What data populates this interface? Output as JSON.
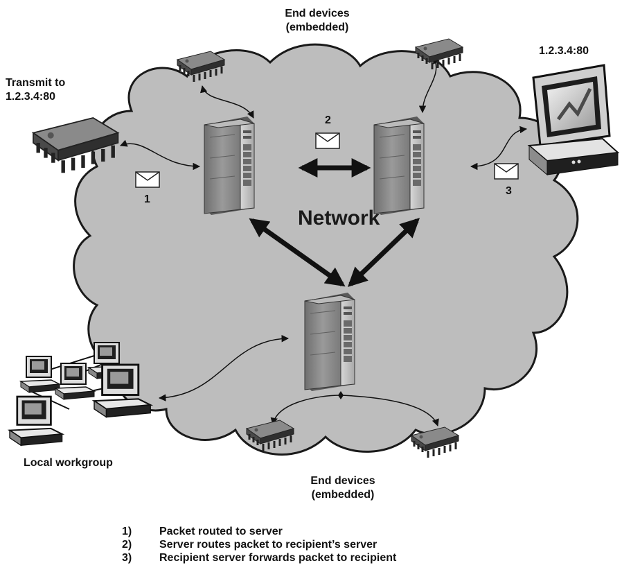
{
  "labels": {
    "top_end_devices_line1": "End devices",
    "top_end_devices_line2": "(embedded)",
    "bottom_end_devices_line1": "End devices",
    "bottom_end_devices_line2": "(embedded)",
    "transmit_line1": "Transmit to",
    "transmit_line2": "1.2.3.4:80",
    "recipient_address": "1.2.3.4:80",
    "network": "Network",
    "local_workgroup": "Local workgroup",
    "step1": "1",
    "step2": "2",
    "step3": "3"
  },
  "legend": [
    {
      "num": "1)",
      "text": "Packet routed to server"
    },
    {
      "num": "2)",
      "text": "Server routes packet to recipient’s server"
    },
    {
      "num": "3)",
      "text": "Recipient server forwards packet to recipient"
    }
  ],
  "colors": {
    "cloud_fill": "#bdbdbd",
    "cloud_stroke": "#1a1a1a",
    "server_body": "#8a8a8a",
    "arrow": "#111111"
  }
}
